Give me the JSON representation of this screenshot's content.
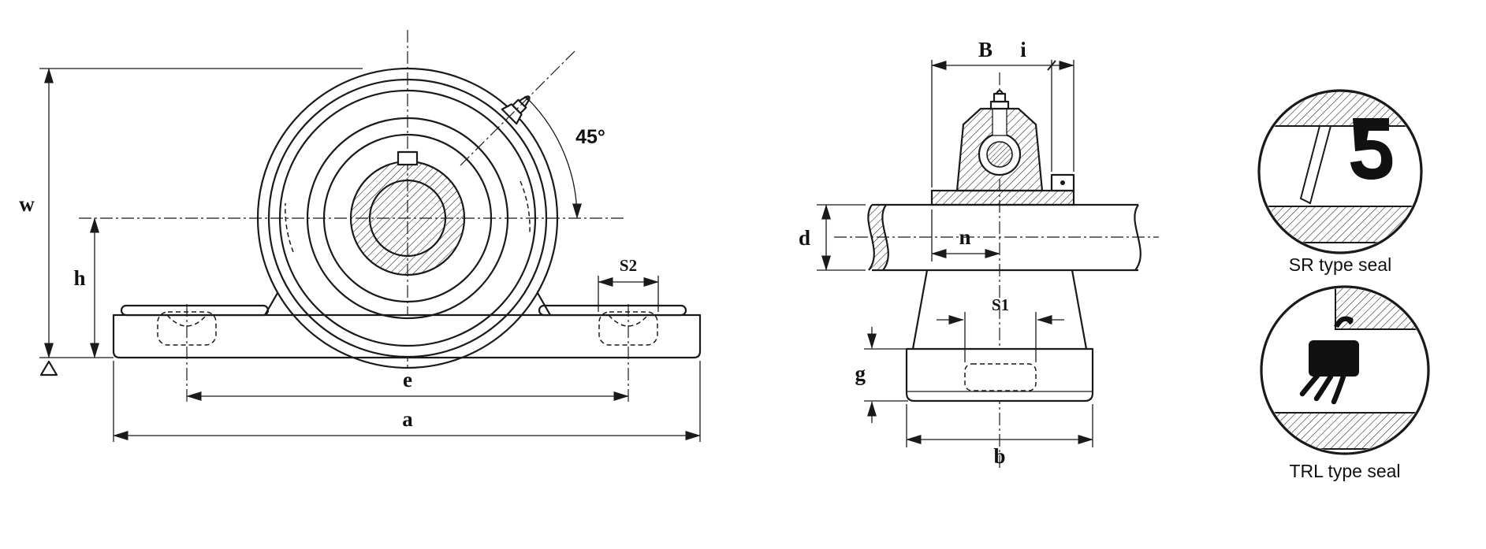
{
  "colors": {
    "line": "#1a1a1a",
    "background": "#ffffff"
  },
  "front_view": {
    "height_w": "w",
    "center_height_h": "h",
    "bolt_spacing_e": "e",
    "base_length_a": "a",
    "slot_width_s2": "S2",
    "grease_angle": "45°"
  },
  "side_view": {
    "bearing_width_B": "B",
    "inner_ring_i": "i",
    "offset_n": "n",
    "shaft_dia_d": "d",
    "slot_width_s1": "S1",
    "base_height_g": "g",
    "base_width_b": "b"
  },
  "seal_details": {
    "sr_caption": "SR type seal",
    "trl_caption": "TRL type seal"
  }
}
